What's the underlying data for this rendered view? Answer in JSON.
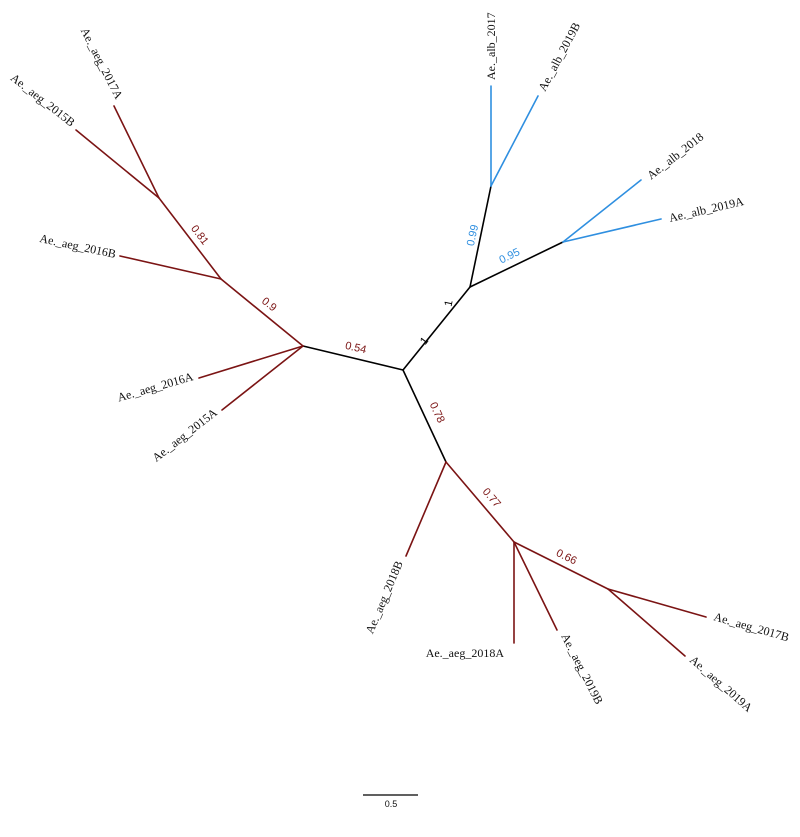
{
  "tree": {
    "colors": {
      "aegypti": "#7b1414",
      "albopictus": "#2f8fe0",
      "backbone": "#000000"
    },
    "leaves": [
      {
        "id": "aeg_2017A",
        "label": "Ae._aeg_2017A",
        "clade": "aegypti"
      },
      {
        "id": "aeg_2015B",
        "label": "Ae._aeg_2015B",
        "clade": "aegypti"
      },
      {
        "id": "aeg_2016B",
        "label": "Ae._aeg_2016B",
        "clade": "aegypti"
      },
      {
        "id": "aeg_2016A",
        "label": "Ae._aeg_2016A",
        "clade": "aegypti"
      },
      {
        "id": "aeg_2015A",
        "label": "Ae._aeg_2015A",
        "clade": "aegypti"
      },
      {
        "id": "alb_2017",
        "label": "Ae._alb_2017",
        "clade": "albopictus"
      },
      {
        "id": "alb_2019B",
        "label": "Ae._alb_2019B",
        "clade": "albopictus"
      },
      {
        "id": "alb_2018",
        "label": "Ae._alb_2018",
        "clade": "albopictus"
      },
      {
        "id": "alb_2019A",
        "label": "Ae._alb_2019A",
        "clade": "albopictus"
      },
      {
        "id": "aeg_2018B",
        "label": "Ae._aeg_2018B",
        "clade": "aegypti"
      },
      {
        "id": "aeg_2018A",
        "label": "Ae._aeg_2018A",
        "clade": "aegypti"
      },
      {
        "id": "aeg_2019B",
        "label": "Ae._aeg_2019B",
        "clade": "aegypti"
      },
      {
        "id": "aeg_2017B",
        "label": "Ae._aeg_2017B",
        "clade": "aegypti"
      },
      {
        "id": "aeg_2019A",
        "label": "Ae._aeg_2019A",
        "clade": "aegypti"
      }
    ],
    "support_values": [
      {
        "id": "s081",
        "value": "0.81",
        "clade": "aegypti"
      },
      {
        "id": "s09",
        "value": "0.9",
        "clade": "aegypti"
      },
      {
        "id": "s054",
        "value": "0.54",
        "clade": "aegypti"
      },
      {
        "id": "s099",
        "value": "0.99",
        "clade": "albopictus"
      },
      {
        "id": "s095",
        "value": "0.95",
        "clade": "albopictus"
      },
      {
        "id": "s1a",
        "value": "1",
        "clade": "backbone"
      },
      {
        "id": "s1b",
        "value": "1",
        "clade": "backbone"
      },
      {
        "id": "s078",
        "value": "0.78",
        "clade": "aegypti"
      },
      {
        "id": "s077",
        "value": "0.77",
        "clade": "aegypti"
      },
      {
        "id": "s066",
        "value": "0.66",
        "clade": "aegypti"
      }
    ],
    "scale_bar": {
      "label": "0.5"
    }
  }
}
